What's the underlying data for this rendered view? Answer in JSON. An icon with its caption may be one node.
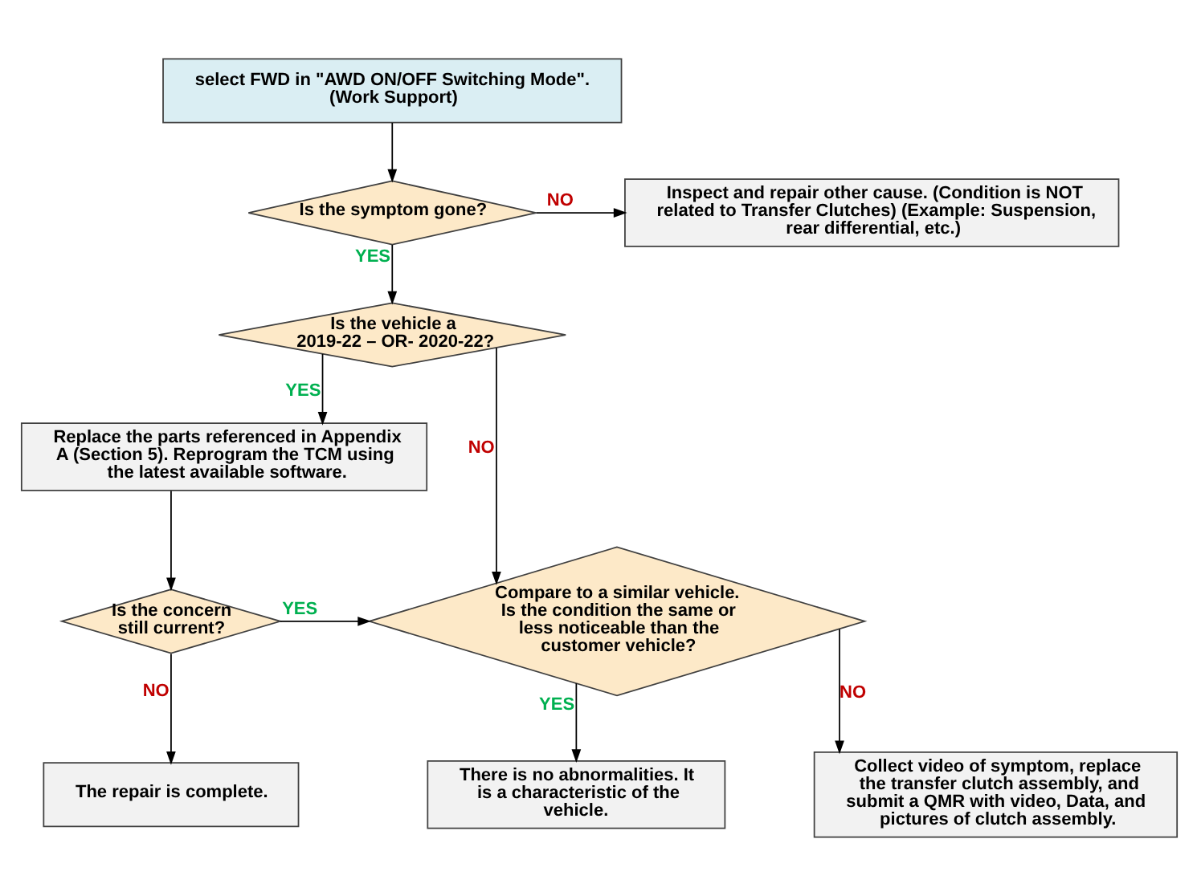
{
  "diagram": {
    "nodes": [
      {
        "text": [
          "select FWD in \"AWD ON/OFF Switching Mode\". (Work Support)"
        ]
      },
      {
        "text": [
          "Is the symptom gone?"
        ]
      },
      {
        "text": [
          "Inspect and repair other cause. (Condition is NOT related to Transfer Clutches) (Example: Suspension, rear differential, etc.)"
        ]
      },
      {
        "text": [
          "Is the vehicle a 2019-22 – OR- 2020-22?"
        ]
      },
      {
        "text": [
          "Replace the parts referenced in Appendix A (Section 5). Reprogram the TCM using the latest available software."
        ]
      },
      {
        "text": [
          "Is the concern still current?"
        ]
      },
      {
        "text": [
          "Compare to a similar vehicle. Is the condition the same or less noticeable than the customer vehicle?"
        ]
      },
      {
        "text": [
          "The repair is complete."
        ]
      },
      {
        "text": [
          "There is no abnormalities. It is a characteristic of the vehicle."
        ]
      },
      {
        "text": [
          "Collect video of symptom, replace the transfer clutch assembly, and submit a QMR with video, Data, and pictures of clutch assembly."
        ]
      }
    ],
    "edges": [
      {
        "from": 0,
        "to": 1,
        "arrow": "to"
      },
      {
        "from": 1,
        "to": 2,
        "arrow": "to",
        "label": "NO"
      },
      {
        "from": 1,
        "to": 3,
        "arrow": "to",
        "label": "YES"
      },
      {
        "from": 3,
        "to": 4,
        "arrow": "to",
        "label": "YES"
      },
      {
        "from": 3,
        "to": 6,
        "arrow": "to",
        "label": "NO"
      },
      {
        "from": 4,
        "to": 5,
        "arrow": "to"
      },
      {
        "from": 5,
        "to": 6,
        "arrow": "to",
        "label": "YES"
      },
      {
        "from": 5,
        "to": 7,
        "arrow": "to",
        "label": "NO"
      },
      {
        "from": 6,
        "to": 8,
        "arrow": "to",
        "label": "YES"
      },
      {
        "from": 6,
        "to": 9,
        "arrow": "to",
        "label": "NO"
      }
    ]
  }
}
